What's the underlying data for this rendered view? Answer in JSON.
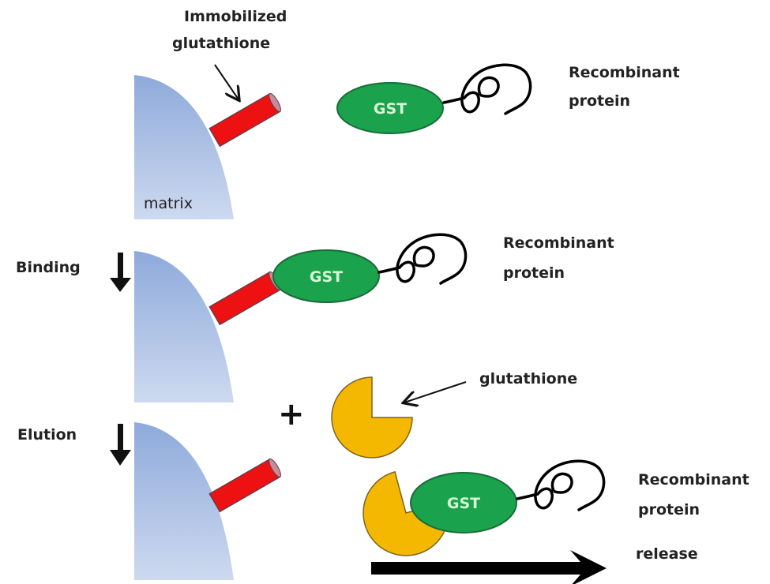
{
  "labels": {
    "immobilized_line1": "Immobilized",
    "immobilized_line2": "glutathione",
    "matrix": "matrix",
    "recombinant_line1": "Recombinant",
    "recombinant_line2": "protein",
    "binding": "Binding",
    "elution": "Elution",
    "plus": "+",
    "glutathione": "glutathione",
    "gst": "GST",
    "release": "release"
  },
  "colors": {
    "matrix_top": "#8eaadb",
    "matrix_bottom": "#cdd9ef",
    "ligand_rod": "#ee1111",
    "gst_fill": "#1aa24c",
    "gst_stroke": "#1a6b3a",
    "glutathione_fill": "#f5b800",
    "glutathione_stroke": "#7a6420"
  }
}
